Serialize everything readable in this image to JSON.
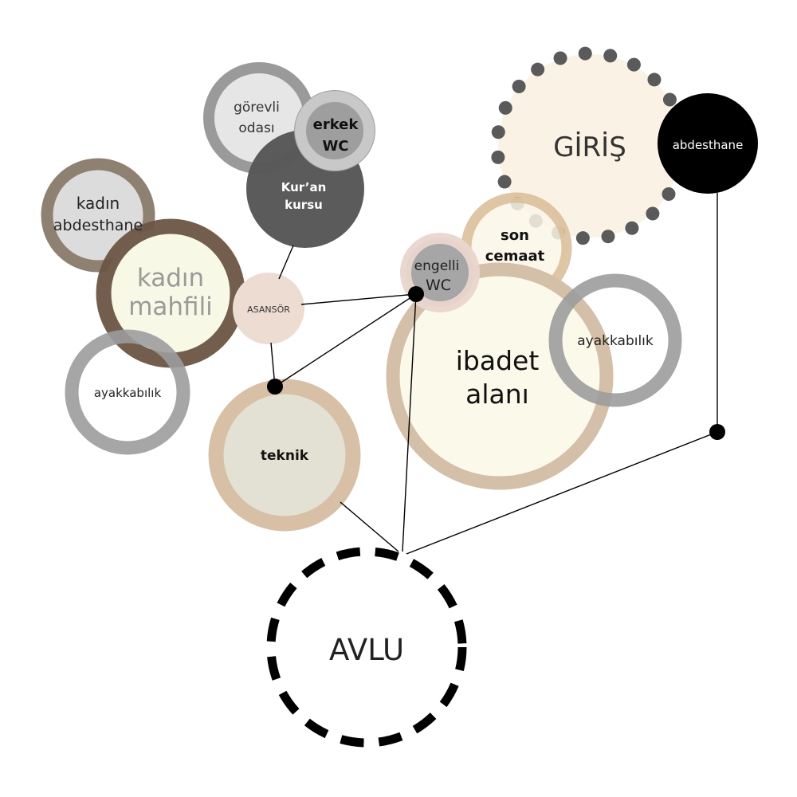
{
  "labels": {
    "giris": "GİRİŞ",
    "abdesthane": "abdesthane",
    "gorevli_line1": "görevli",
    "gorevli_line2": "odası",
    "erkek_line1": "erkek",
    "erkek_line2": "WC",
    "kuran_line1": "Kur’an",
    "kuran_line2": "kursu",
    "kadin_abdesthane_line1": "kadın",
    "kadin_abdesthane_line2": "abdesthane",
    "kadin_mahfili_line1": "kadın",
    "kadin_mahfili_line2": "mahfili",
    "asansor": "ASANSÖR",
    "ayakkabilik_left": "ayakkabılık",
    "teknik": "teknik",
    "engelli_line1": "engelli",
    "engelli_line2": "WC",
    "son_cemaat_line1": "son",
    "son_cemaat_line2": "cemaat",
    "ibadet_line1": "ibadet",
    "ibadet_line2": "alanı",
    "ayakkabilik_right": "ayakkabılık",
    "avlu": "AVLU"
  },
  "colors": {
    "giris_fill": "#faf2e4",
    "giris_dots": "#5a5a5a",
    "abdesthane_fill": "#000000",
    "gorevli_ring": "#9a9a9a",
    "gorevli_fill": "#e6e6e6",
    "erkek_fill": "#9e9e9e",
    "kuran_fill": "#585858",
    "kadin_abdesthane_ring": "#8f8172",
    "kadin_abdesthane_fill": "#dcdcdc",
    "kadin_mahfili_ring": "#6b5545",
    "kadin_mahfili_fill": "#f8f8e6",
    "kadin_mahfili_text": "#9a9a9a",
    "asansor_fill": "#ecdcd2",
    "ayakkabilik_ring": "#9c9c9c",
    "teknik_ring": "#d7c0a6",
    "teknik_fill": "#e3e1d3",
    "engelli_ring": "#e9d6cd",
    "engelli_fill": "#a6a6a6",
    "son_cemaat_ring": "#d8bc96",
    "son_cemaat_fill": "#fbf6e8",
    "ibadet_ring": "#d4bfa8",
    "ibadet_fill": "#faf9ea",
    "avlu_stroke": "#000000",
    "connector": "#000000"
  }
}
